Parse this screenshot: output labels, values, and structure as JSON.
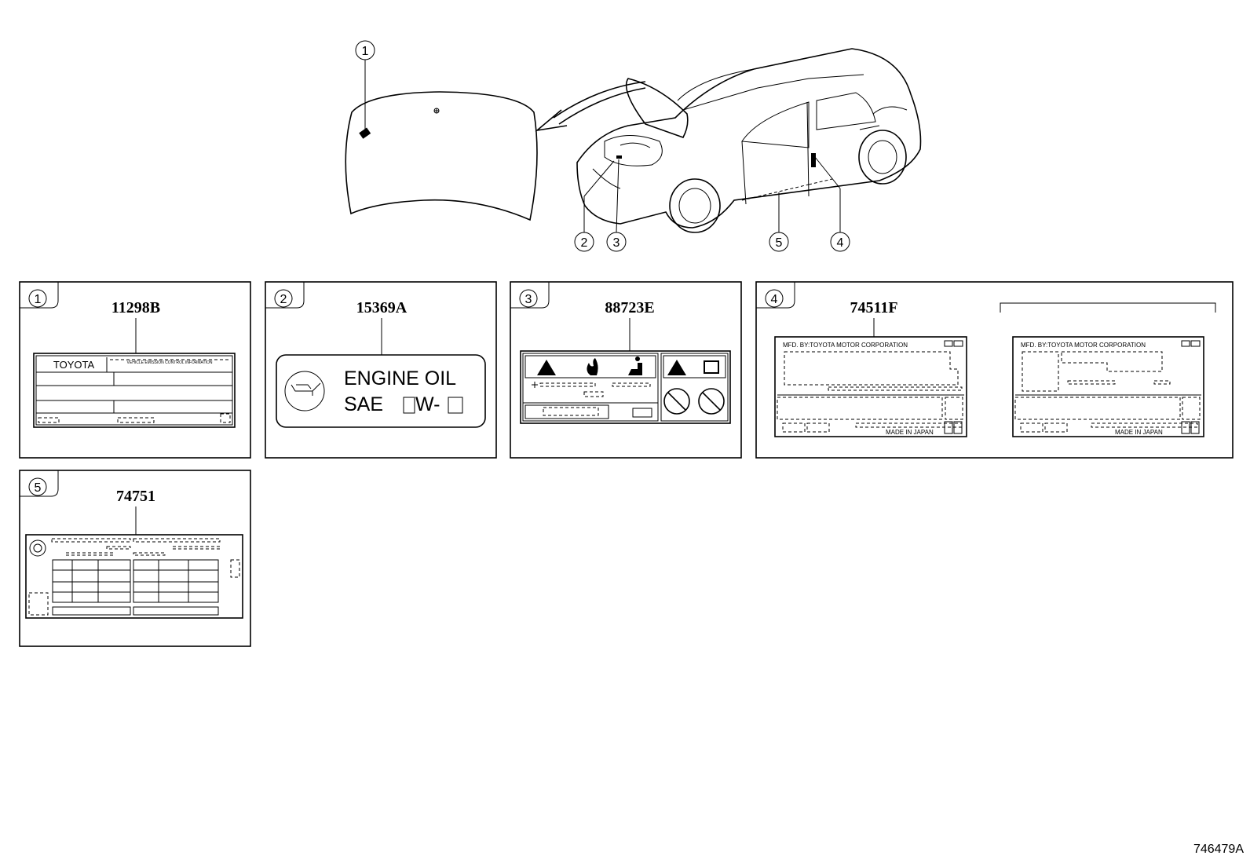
{
  "callouts": [
    "1",
    "2",
    "3",
    "4",
    "5"
  ],
  "panels": [
    {
      "num": "1",
      "part_no": "11298B",
      "label_brand": "TOYOTA",
      "label_heading": "VEHICLE EMISSION CONTROL INFORMATION"
    },
    {
      "num": "2",
      "part_no": "15369A",
      "line1": "ENGINE  OIL",
      "line2_prefix": "SAE",
      "line2_mid": "W-"
    },
    {
      "num": "3",
      "part_no": "88723E"
    },
    {
      "num": "4",
      "part_no": "74511F",
      "mfd_left": "MFD. BY:TOYOTA MOTOR CORPORATION",
      "made_left": "MADE IN JAPAN",
      "mfd_right": "MFD. BY:TOYOTA MOTOR CORPORATION",
      "made_right": "MADE IN JAPAN"
    },
    {
      "num": "5",
      "part_no": "74751"
    }
  ],
  "figure_id": "746479A"
}
